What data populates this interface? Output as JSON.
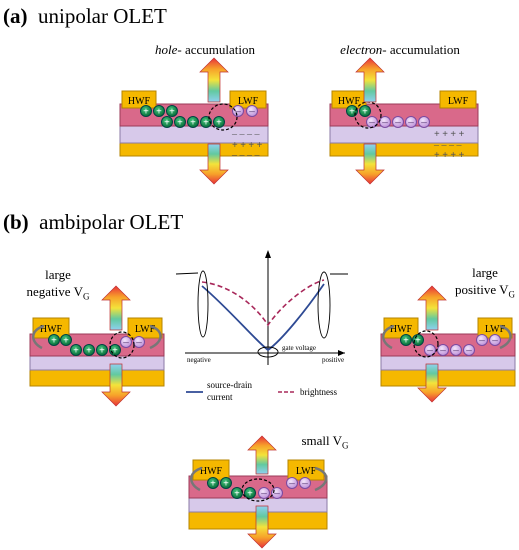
{
  "panel_a": {
    "label": "(a)",
    "title": "unipolar OLET",
    "left": {
      "italic": "hole",
      "rest": "- accumulation"
    },
    "right": {
      "italic": "electron",
      "rest": "- accumulation"
    },
    "hwf": "HWF",
    "lwf": "LWF"
  },
  "panel_b": {
    "label": "(b)",
    "title": "ambipolar OLET",
    "left_caption": {
      "line1": "large",
      "line2": "negative V",
      "sub": "G"
    },
    "right_caption": {
      "line1": "large",
      "line2": "positive V",
      "sub": "G"
    },
    "bottom_caption": {
      "line1": "small V",
      "sub": "G"
    },
    "hwf": "HWF",
    "lwf": "LWF",
    "chart": {
      "x_negative": "negative",
      "x_positive": "positive",
      "x_label": "gate voltage",
      "legend_current_1": "source-drain",
      "legend_current_2": "current",
      "legend_brightness": "brightness"
    }
  },
  "colors": {
    "gold": "#f5b800",
    "pink": "#d9698a",
    "lavender": "#d7c9ea",
    "hole": "#0a8a4a",
    "electron": "#c9a0e0",
    "current": "#2e4a94",
    "brightness": "#a8285a"
  }
}
